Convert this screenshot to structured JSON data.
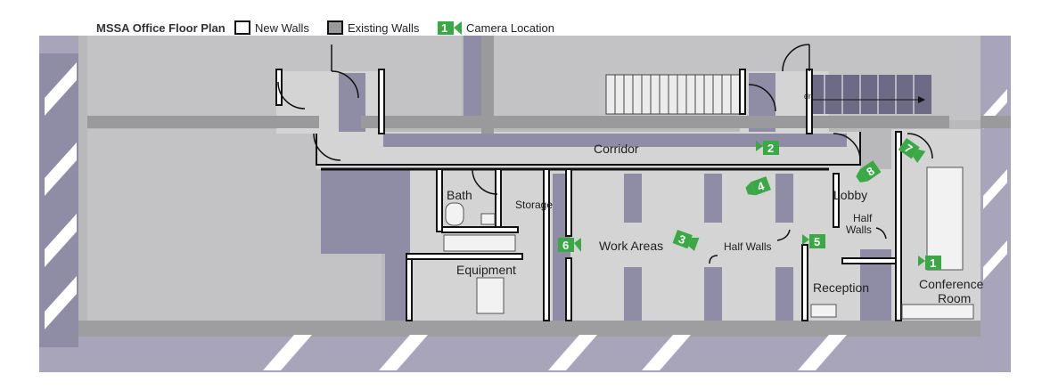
{
  "legend": {
    "title": "MSSA Office Floor Plan",
    "new_walls": "New Walls",
    "existing_walls": "Existing Walls",
    "camera_location": "Camera Location",
    "camera_sample_number": "1"
  },
  "rooms": {
    "corridor": "Corridor",
    "bath": "Bath",
    "storage": "Storage",
    "work_areas": "Work Areas",
    "equipment": "Equipment",
    "lobby": "Lobby",
    "reception": "Reception",
    "conference_line1": "Conference",
    "conference_line2": "Room"
  },
  "annotations": {
    "half_walls_center": "Half Walls",
    "half_walls_right_line1": "Half",
    "half_walls_right_line2": "Walls",
    "stair_dn": "dn"
  },
  "cameras": [
    "1",
    "2",
    "3",
    "4",
    "5",
    "6",
    "7",
    "8"
  ],
  "colors": {
    "camera_green": "#3aa945",
    "existing_wall": "#9a9a9c",
    "shadow": "#8f8ca6",
    "floor": "#d4d4d4"
  }
}
